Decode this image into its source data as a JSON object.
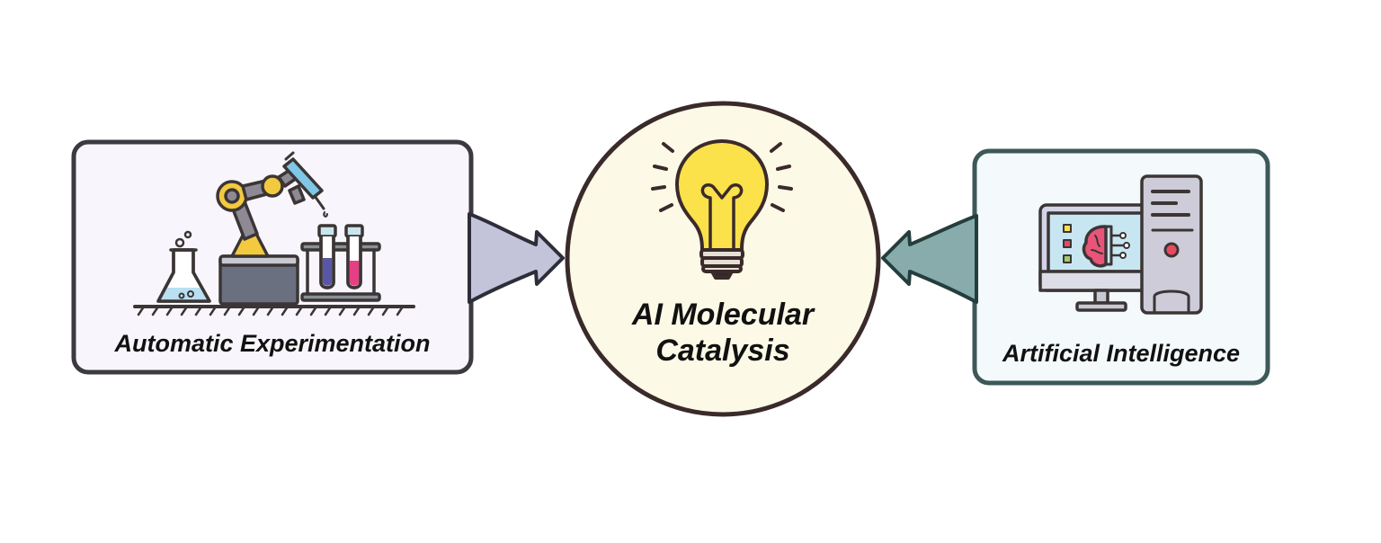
{
  "left_panel": {
    "label": "Automatic Experimentation",
    "icon": "robot-arm-lab-icon",
    "fill": "#f8f6fc",
    "stroke": "#3c3a40"
  },
  "center": {
    "line1": "AI Molecular",
    "line2": "Catalysis",
    "icon": "lightbulb-icon",
    "fill": "#fcf9e6",
    "stroke": "#3a2a2a"
  },
  "right_panel": {
    "label": "Artificial Intelligence",
    "icon": "computer-brain-icon",
    "fill": "#f4fafb",
    "stroke": "#3d5858"
  },
  "arrows": {
    "left_color": "#c3c4d9",
    "right_color": "#88acac"
  }
}
